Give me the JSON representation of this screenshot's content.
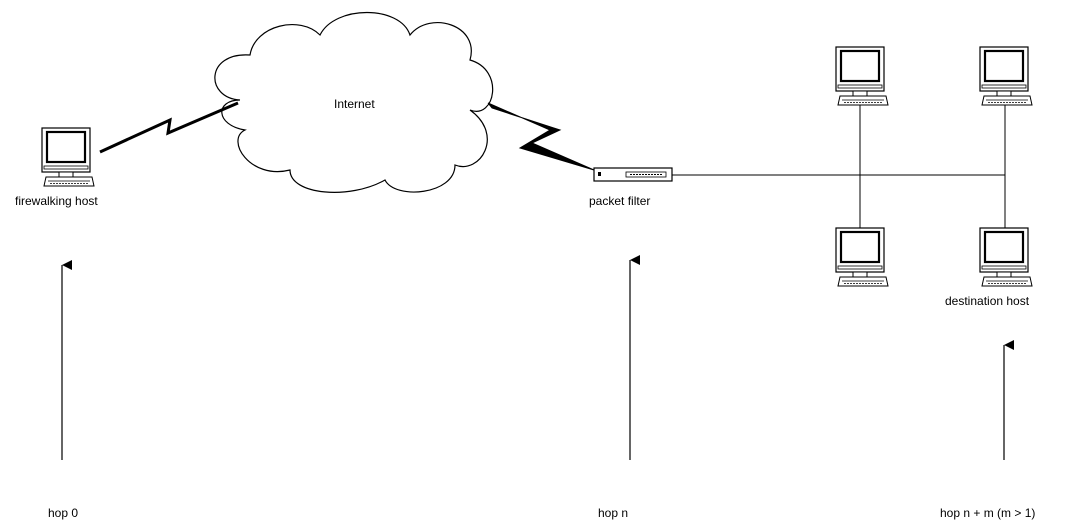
{
  "diagram": {
    "cloud_label": "Internet",
    "nodes": {
      "firewalking_host": "firewalking host",
      "packet_filter": "packet filter",
      "destination_host": "destination host"
    },
    "hops": {
      "hop0": "hop 0",
      "hopn": "hop n",
      "hopnm": "hop n + m (m > 1)"
    },
    "colors": {
      "stroke": "#000000",
      "background": "#ffffff"
    }
  }
}
